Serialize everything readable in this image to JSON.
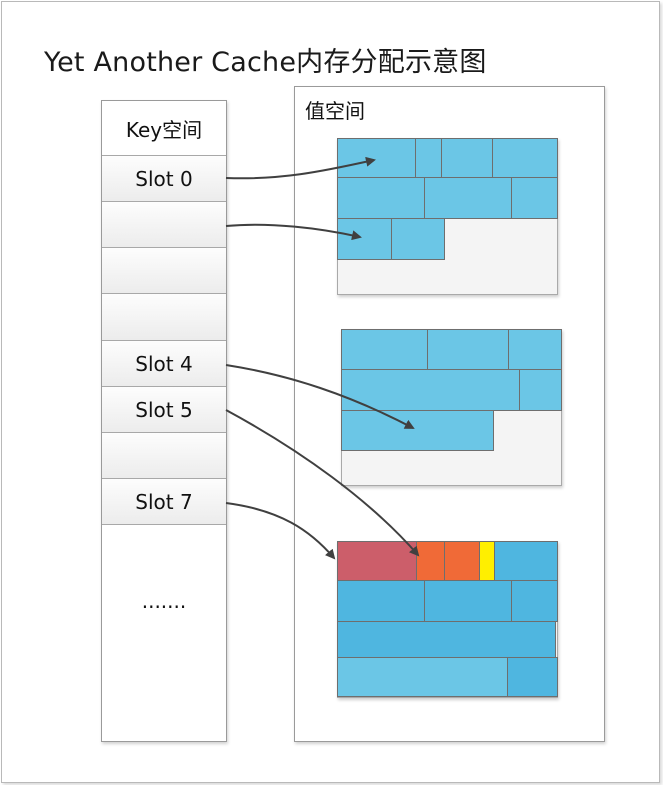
{
  "title": "Yet Another Cache内存分配示意图",
  "key_space": {
    "header": "Key空间",
    "slots": [
      "Slot 0",
      "",
      "",
      "",
      "Slot 4",
      "Slot 5",
      "",
      "Slot 7"
    ],
    "ellipsis": "......."
  },
  "value_space": {
    "label": "值空间"
  },
  "colors": {
    "block_light": "#6bc6e6",
    "block_mid": "#4fb6e0",
    "block_red": "#cc5e6a",
    "block_orange": "#f06a37",
    "block_yellow": "#ffef00",
    "arrow": "#404040"
  }
}
